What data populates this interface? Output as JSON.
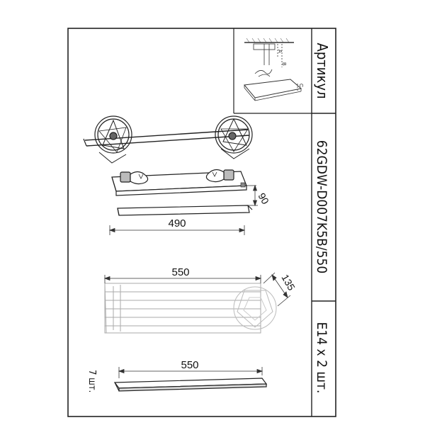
{
  "title_block": {
    "article_label": "Артикул",
    "article_code": "62GDW-D007K5B/550",
    "lamp_spec": "E14 x 2 шт."
  },
  "mounting_inset": {
    "labels": [
      "A",
      "B",
      "C"
    ]
  },
  "dimensions": {
    "base_width": "490",
    "base_depth": "90",
    "body_length": "550",
    "body_diameter": "135",
    "rod_length": "550"
  },
  "parts": {
    "rod_count": "7 шт."
  }
}
